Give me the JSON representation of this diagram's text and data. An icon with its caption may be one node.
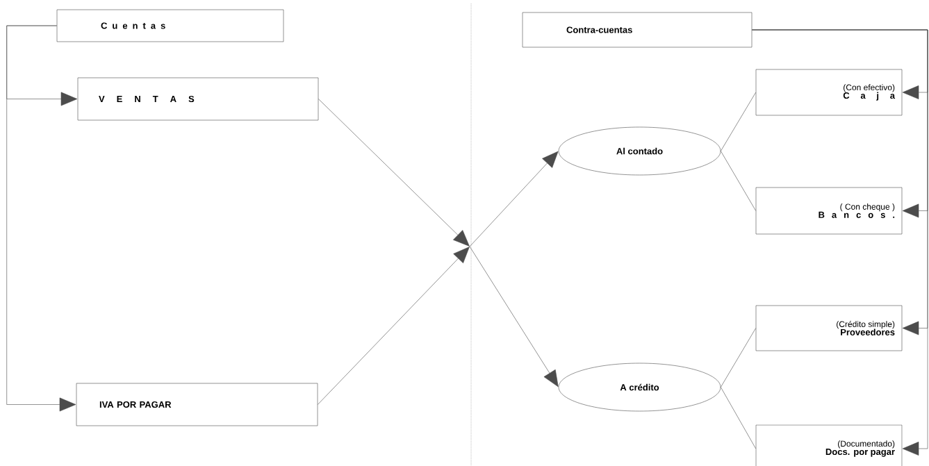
{
  "diagram": {
    "nodes": [
      {
        "text": [
          "C u e n t a s"
        ]
      },
      {
        "text": [
          "V E N T A S"
        ]
      },
      {
        "text": [
          "IVA POR PAGAR"
        ]
      },
      {
        "text": [
          "Contra-cuentas"
        ]
      },
      {
        "text": [
          "Al contado"
        ]
      },
      {
        "text": [
          "A crédito"
        ]
      },
      {
        "text": [
          "(Con efectivo)",
          "C a j a"
        ]
      },
      {
        "text": [
          "( Con cheque )",
          "B a n c o s ."
        ]
      },
      {
        "text": [
          "(Crédito simple)",
          "Proveedores"
        ]
      },
      {
        "text": [
          "(Documentado)",
          "Docs. por pagar"
        ]
      }
    ],
    "edges": [
      {
        "from": 0,
        "to": 1,
        "arrow": "to"
      },
      {
        "from": 0,
        "to": 2,
        "arrow": "to"
      },
      {
        "from": 1,
        "to": null,
        "arrow": "to"
      },
      {
        "from": 2,
        "to": null,
        "arrow": "to"
      },
      {
        "from": null,
        "to": 4,
        "arrow": "to"
      },
      {
        "from": null,
        "to": 5,
        "arrow": "to"
      },
      {
        "from": 4,
        "to": 6,
        "arrow": "none"
      },
      {
        "from": 4,
        "to": 7,
        "arrow": "none"
      },
      {
        "from": 5,
        "to": 8,
        "arrow": "none"
      },
      {
        "from": 5,
        "to": 9,
        "arrow": "none"
      },
      {
        "from": 3,
        "to": 6,
        "arrow": "to"
      },
      {
        "from": 3,
        "to": 7,
        "arrow": "to"
      },
      {
        "from": 3,
        "to": 8,
        "arrow": "to"
      },
      {
        "from": 3,
        "to": 9,
        "arrow": "to"
      }
    ]
  }
}
